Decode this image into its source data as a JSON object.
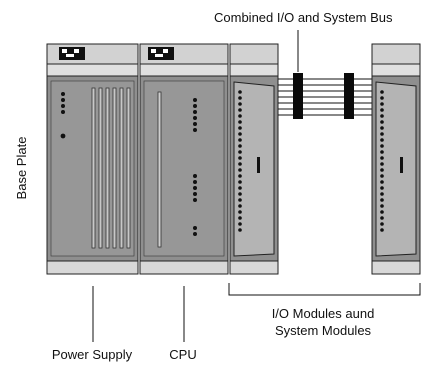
{
  "labels": {
    "bus": "Combined I/O and System Bus",
    "base_plate": "Base Plate",
    "io_modules_line1": "I/O Modules aund",
    "io_modules_line2": "System Modules",
    "power_supply": "Power Supply",
    "cpu": "CPU"
  },
  "colors": {
    "panel": "#8f8f8f",
    "panel_light": "#d4d4d4",
    "outline": "#111111",
    "bus_block": "#0a0a0a"
  }
}
